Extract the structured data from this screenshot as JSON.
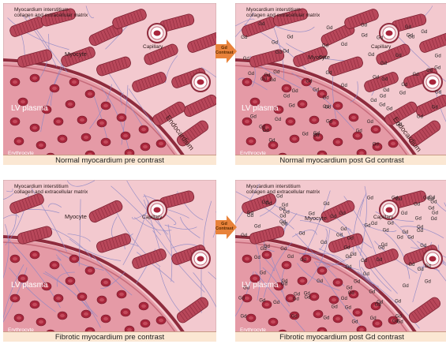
{
  "labels": {
    "title_line1": "Myocardium interstitium",
    "title_line2": "collagen and extracellular matrix",
    "myocyte": "Myocyte",
    "capillary": "Capillary",
    "lv_plasma": "LV plasma",
    "erythrocyte": "Erythrocyte",
    "endocardium": "Endocardium",
    "gd": "Gd",
    "contrast_line1": "Gd",
    "contrast_line2": "Contrast"
  },
  "panels": [
    {
      "id": "normal-pre",
      "caption": "Normal myocardium pre contrast",
      "fibrotic": false,
      "contrast": false
    },
    {
      "id": "normal-post",
      "caption": "Normal myocardium post Gd contrast",
      "fibrotic": false,
      "contrast": true
    },
    {
      "id": "fibrotic-pre",
      "caption": "Fibrotic myocardium pre contrast",
      "fibrotic": true,
      "contrast": false
    },
    {
      "id": "fibrotic-post",
      "caption": "Fibrotic myocardium post Gd contrast",
      "fibrotic": true,
      "contrast": true
    }
  ],
  "colors": {
    "tissue": "#f3c9cf",
    "plasma": "#e59aa6",
    "wall": "#8e2b3d",
    "myocyte": "#b8475a",
    "rbc": "#a8263c",
    "fiber": "#8a86c6",
    "arrow": "#e8823a"
  }
}
